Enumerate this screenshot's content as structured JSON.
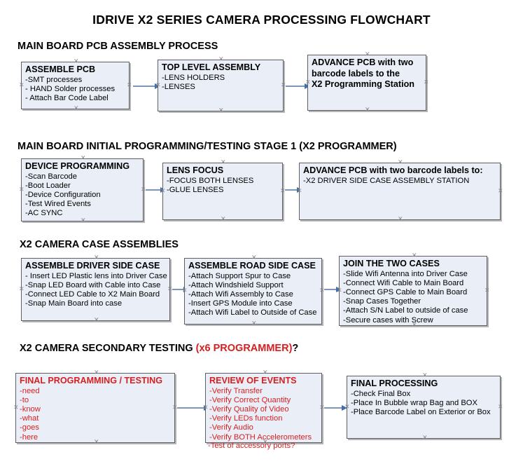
{
  "title": "IDRIVE X2  SERIES CAMERA PROCESSING FLOWCHART",
  "colors": {
    "box_fill": "#e9eef7",
    "box_border": "#5f5f63",
    "arrow": "#3f6fa8",
    "red_text": "#d81f20",
    "black_text": "#000000"
  },
  "sections": [
    {
      "id": "s1",
      "heading": "MAIN BOARD PCB ASSEMBLY PROCESS",
      "heading_red": "",
      "heading_suffix": "",
      "boxes": [
        {
          "id": "b1",
          "title": "ASSEMBLE PCB",
          "items": [
            "-SMT processes",
            "- HAND Solder processes",
            "- Attach Bar Code Label"
          ],
          "red": false
        },
        {
          "id": "b2",
          "title": "TOP LEVEL ASSEMBLY",
          "items": [
            "-LENS HOLDERS",
            "-LENSES"
          ],
          "red": false
        },
        {
          "id": "b3",
          "title": "ADVANCE PCB with two",
          "title_line2": "barcode labels to the",
          "title_line3": " X2 Programming Station",
          "items": [],
          "red": false
        }
      ]
    },
    {
      "id": "s2",
      "heading": "MAIN BOARD INITIAL PROGRAMMING/TESTING STAGE 1 (X2 PROGRAMMER)",
      "boxes": [
        {
          "id": "b4",
          "title": "DEVICE PROGRAMMING",
          "items": [
            "-Scan Barcode",
            "-Boot Loader",
            "-Device Configuration",
            "-Test Wired Events",
            "-AC SYNC"
          ],
          "red": false
        },
        {
          "id": "b5",
          "title": "LENS FOCUS",
          "items": [
            "-FOCUS BOTH LENSES",
            "-GLUE LENSES"
          ],
          "red": false
        },
        {
          "id": "b6",
          "title": "ADVANCE PCB with two barcode labels to:",
          "items": [
            "-X2 DRIVER  SIDE  CASE  ASSEMBLY STATION"
          ],
          "red": false
        }
      ]
    },
    {
      "id": "s3",
      "heading": "X2 CAMERA CASE ASSEMBLIES",
      "boxes": [
        {
          "id": "b7",
          "title": "ASSEMBLE DRIVER SIDE CASE",
          "items": [
            "- Insert LED Plastic lens into Driver Case",
            "-Snap LED Board with Cable into Case",
            "-Connect LED Cable to X2 Main Board",
            "-Snap Main Board into case"
          ],
          "red": false
        },
        {
          "id": "b8",
          "title": "ASSEMBLE ROAD SIDE CASE",
          "items": [
            "-Attach Support Spur to Case",
            "-Attach Windshield Support",
            "-Attach Wifi Assembly to Case",
            "-Insert GPS Module into Case",
            "-Attach Wifi Label to Outside of Case"
          ],
          "red": false
        },
        {
          "id": "b9",
          "title": "JOIN THE TWO CASES",
          "items": [
            "-Slide Wifi Antenna into Driver Case",
            "-Connect Wifi Cable to Main Board",
            "-Connect GPS Cable to Main Board",
            "-Snap Cases Together",
            "-Attach S/N Label to outside of case",
            "-Secure cases with Screw"
          ],
          "red": false
        }
      ]
    },
    {
      "id": "s4",
      "heading": "X2 CAMERA SECONDARY TESTING ",
      "heading_red": "(x6 PROGRAMMER)",
      "heading_suffix": "?",
      "boxes": [
        {
          "id": "b10",
          "title": "FINAL PROGRAMMING / TESTING",
          "items": [
            "-need",
            "-to",
            "-know",
            "-what",
            "-goes",
            "-here"
          ],
          "red": true
        },
        {
          "id": "b11",
          "title": "REVIEW OF EVENTS",
          "items": [
            "-Verify Transfer",
            "-Verify Correct Quantity",
            "-Verify Quality of Video",
            "-Verify LEDs function",
            "-Verify Audio",
            "-Verify BOTH Accelerometers"
          ],
          "overflow_item": "-Test of accessory ports?",
          "red": true
        },
        {
          "id": "b12",
          "title": "FINAL PROCESSING",
          "items": [
            " -Check Final Box",
            "-Place In Bubble wrap Bag and BOX",
            "-Place Barcode Label on Exterior or Box"
          ],
          "red": false
        }
      ]
    }
  ]
}
